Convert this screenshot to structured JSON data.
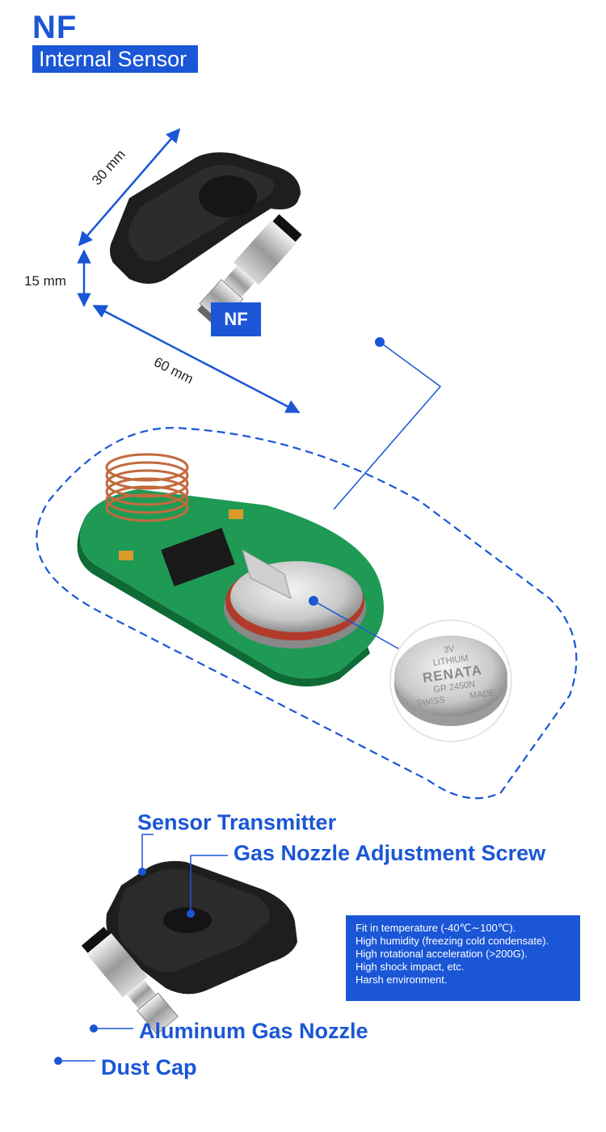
{
  "header": {
    "title": "NF",
    "subtitle": "Internal Sensor"
  },
  "dimensions": {
    "width": "30 mm",
    "height": "15 mm",
    "length": "60 mm"
  },
  "badge": "NF",
  "battery": {
    "voltage": "3V",
    "type": "LITHIUM",
    "brand": "RENATA",
    "model": "GR 2450N",
    "origin_left": "SWISS",
    "origin_right": "MADE"
  },
  "callouts": {
    "sensor_transmitter": "Sensor Transmitter",
    "adjustment_screw": "Gas Nozzle Adjustment Screw",
    "gas_nozzle": "Aluminum Gas Nozzle",
    "dust_cap": "Dust Cap"
  },
  "specs": [
    "Fit in temperature (-40℃∼100℃).",
    "High humidity (freezing cold condensate).",
    "High rotational acceleration (>200G).",
    "High shock impact, etc.",
    "Harsh environment."
  ],
  "colors": {
    "accent": "#1a56d6",
    "pcb": "#1f9a55",
    "sensor_body": "#1b1b1b"
  }
}
